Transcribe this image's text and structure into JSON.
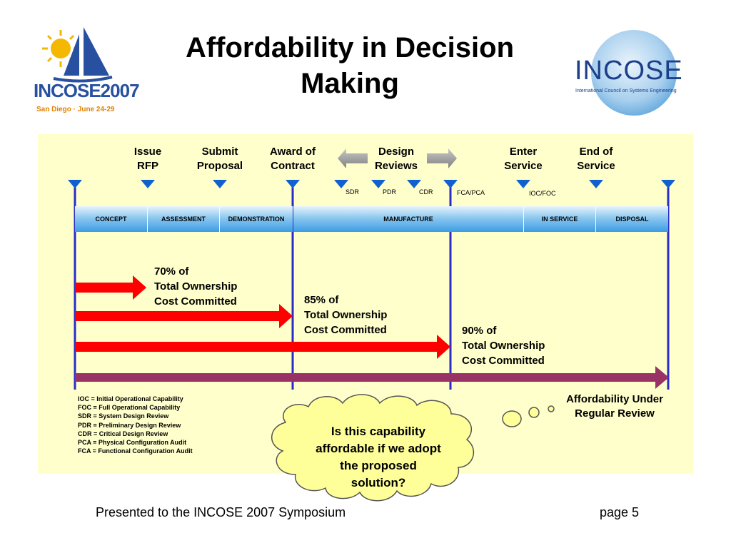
{
  "title": [
    "Affordability in Decision",
    "Making"
  ],
  "logo_left": {
    "text": "INCOSE2007",
    "subtitle": "San Diego · June 24-29"
  },
  "logo_right": {
    "text": "INCOSE",
    "subtitle": "International Council on Systems Engineering"
  },
  "milestones": [
    {
      "line1": "Issue",
      "line2": "RFP"
    },
    {
      "line1": "Submit",
      "line2": "Proposal"
    },
    {
      "line1": "Award of",
      "line2": "Contract"
    },
    {
      "line1": "Design",
      "line2": "Reviews"
    },
    {
      "line1": "Enter",
      "line2": "Service"
    },
    {
      "line1": "End of",
      "line2": "Service"
    }
  ],
  "review_labels": [
    "SDR",
    "PDR",
    "CDR",
    "FCA/PCA",
    "IOC/FOC"
  ],
  "phases": [
    "CONCEPT",
    "ASSESSMENT",
    "DEMONSTRATION",
    "MANUFACTURE",
    "IN SERVICE",
    "DISPOSAL"
  ],
  "commitments": [
    {
      "line1": "70% of",
      "line2": "Total Ownership",
      "line3": "Cost Committed"
    },
    {
      "line1": "85% of",
      "line2": "Total Ownership",
      "line3": "Cost Committed"
    },
    {
      "line1": "90% of",
      "line2": "Total Ownership",
      "line3": "Cost Committed"
    }
  ],
  "legend": [
    "IOC  = Initial Operational Capability",
    "FOC = Full Operational Capability",
    "SDR = System Design Review",
    "PDR = Preliminary Design Review",
    "CDR = Critical Design Review",
    "PCA = Physical Configuration Audit",
    "FCA = Functional Configuration Audit"
  ],
  "affordability": [
    "Affordability Under",
    "Regular Review"
  ],
  "cloud": [
    "Is this capability",
    "affordable if we adopt",
    "the proposed",
    "solution?"
  ],
  "footer": {
    "left": "Presented to the INCOSE 2007 Symposium",
    "right": "page 5"
  },
  "colors": {
    "panel": "#FFFFCC",
    "line": "#2B2BC8",
    "red_arrow": "#FF0000",
    "purple_arrow": "#993366",
    "phase_blue": "#4DA6E8",
    "marker": "#1060D0"
  }
}
